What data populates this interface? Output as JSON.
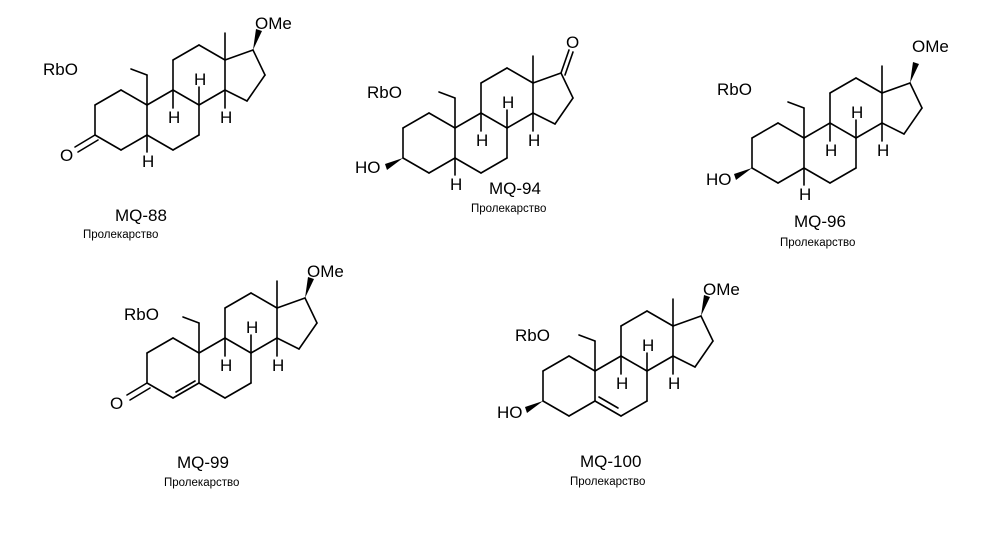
{
  "compounds": [
    {
      "id": "MQ-88",
      "label": "MQ-88",
      "caption": "Пролекарство",
      "atoms": {
        "o_side": "RbO",
        "o_top": "OMe",
        "o_ring": "O",
        "h1": "H",
        "h2": "H",
        "h3": "H",
        "h4": "H"
      }
    },
    {
      "id": "MQ-94",
      "label": "MQ-94",
      "caption": "Пролекарство",
      "atoms": {
        "o_side": "RbO",
        "o_top": "O",
        "o_ring": "HO",
        "h1": "H",
        "h2": "H",
        "h3": "H",
        "h4": "H"
      }
    },
    {
      "id": "MQ-96",
      "label": "MQ-96",
      "caption": "Пролекарство",
      "atoms": {
        "o_side": "RbO",
        "o_top": "OMe",
        "o_ring": "HO",
        "h1": "H",
        "h2": "H",
        "h3": "H",
        "h4": "H"
      }
    },
    {
      "id": "MQ-99",
      "label": "MQ-99",
      "caption": "Пролекарство",
      "atoms": {
        "o_side": "RbO",
        "o_top": "OMe",
        "o_ring": "O",
        "h1": "H",
        "h2": "H",
        "h3": "H"
      }
    },
    {
      "id": "MQ-100",
      "label": "MQ-100",
      "caption": "Пролекарство",
      "atoms": {
        "o_side": "RbO",
        "o_top": "OMe",
        "o_ring": "HO",
        "h1": "H",
        "h2": "H",
        "h3": "H"
      }
    }
  ]
}
